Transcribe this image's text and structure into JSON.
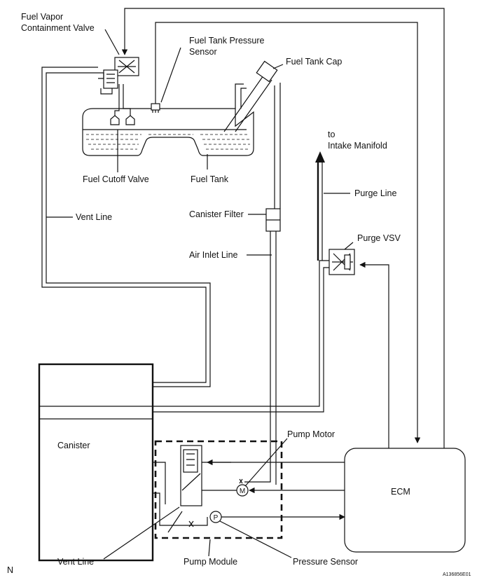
{
  "labels": {
    "fuel_vapor_valve_l1": "Fuel Vapor",
    "fuel_vapor_valve_l2": "Containment Valve",
    "pressure_sensor_tank_l1": "Fuel Tank Pressure",
    "pressure_sensor_tank_l2": "Sensor",
    "fuel_tank_cap": "Fuel Tank Cap",
    "fuel_cutoff_valve": "Fuel Cutoff Valve",
    "fuel_tank": "Fuel Tank",
    "to_l1": "to",
    "to_l2": "Intake Manifold",
    "purge_line": "Purge Line",
    "vent_line_top": "Vent Line",
    "canister_filter": "Canister Filter",
    "purge_vsv": "Purge VSV",
    "air_inlet_line": "Air Inlet Line",
    "canister": "Canister",
    "pump_motor": "Pump Motor",
    "ecm": "ECM",
    "vent_line_bottom": "Vent Line",
    "pump_module": "Pump Module",
    "pressure_sensor": "Pressure Sensor",
    "motor_symbol": "M",
    "pressure_symbol": "P",
    "corner_n": "N",
    "figure_code": "A136856E01"
  }
}
